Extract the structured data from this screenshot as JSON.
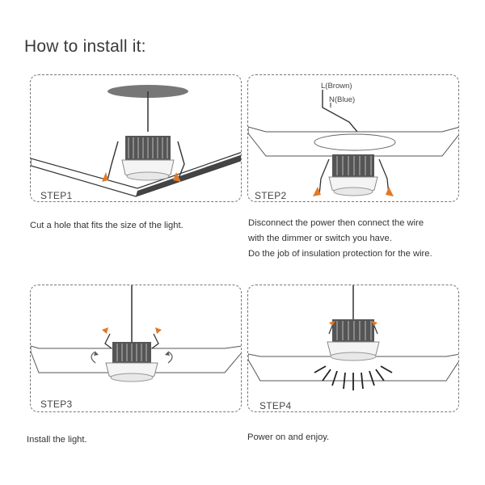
{
  "title": "How to install it:",
  "steps": [
    {
      "label": "STEP1",
      "caption": [
        "Cut a hole that fits the size of the light."
      ]
    },
    {
      "label": "STEP2",
      "caption": [
        "Disconnect the power then connect the wire",
        "with the dimmer or switch you have.",
        "Do the job of insulation protection for the wire."
      ],
      "wire_labels": [
        "L(Brown)",
        "N(Blue)"
      ]
    },
    {
      "label": "STEP3",
      "caption": [
        "Install the light."
      ]
    },
    {
      "label": "STEP4",
      "caption": [
        "Power on and enjoy."
      ]
    }
  ],
  "colors": {
    "spring_clip": "#e07a2a",
    "heatsink": "#5a5a5a",
    "outline": "#555555"
  }
}
